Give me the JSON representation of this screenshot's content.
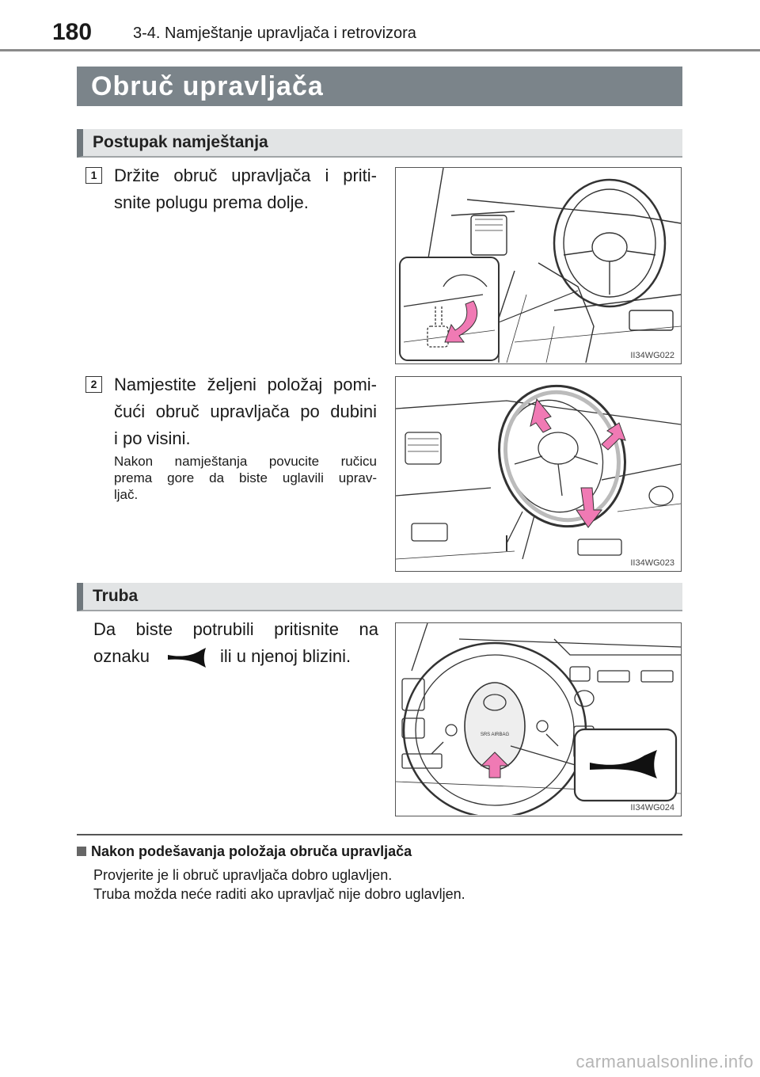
{
  "header": {
    "page_number": "180",
    "section_title": "3-4. Namještanje upravljača i retrovizora"
  },
  "main_title": "Obruč upravljača",
  "sections": {
    "adjust": {
      "heading": "Postupak namještanja",
      "step1": {
        "number": "1",
        "line1": "Držite obruč upravljača i priti-",
        "line2": "snite polugu prema dolje.",
        "figure_code": "II34WG022"
      },
      "step2": {
        "number": "2",
        "line1": "Namjestite željeni položaj pomi-",
        "line2": "čući obruč upravljača po dubini",
        "line3": "i po visini.",
        "note_line1": "Nakon namještanja povucite ručicu",
        "note_line2": "prema gore da biste uglavili uprav-",
        "note_line3": "ljač.",
        "figure_code": "II34WG023"
      }
    },
    "horn": {
      "heading": "Truba",
      "line1": "Da biste potrubili pritisnite na",
      "line2_before": "oznaku",
      "line2_after": "ili u njenoj blizini.",
      "figure_code": "II34WG024",
      "airbag_label": "SRS AIRBAG"
    }
  },
  "note": {
    "heading": "Nakon podešavanja položaja obruča upravljača",
    "line1": "Provjerite je li obruč upravljača dobro uglavljen.",
    "line2": "Truba možda neće raditi ako upravljač nije dobro uglavljen."
  },
  "watermark": "carmanualsonline.info",
  "colors": {
    "title_bar": "#7b848a",
    "sub_bar": "#e2e4e5",
    "arrow_pink": "#f07ab4"
  }
}
